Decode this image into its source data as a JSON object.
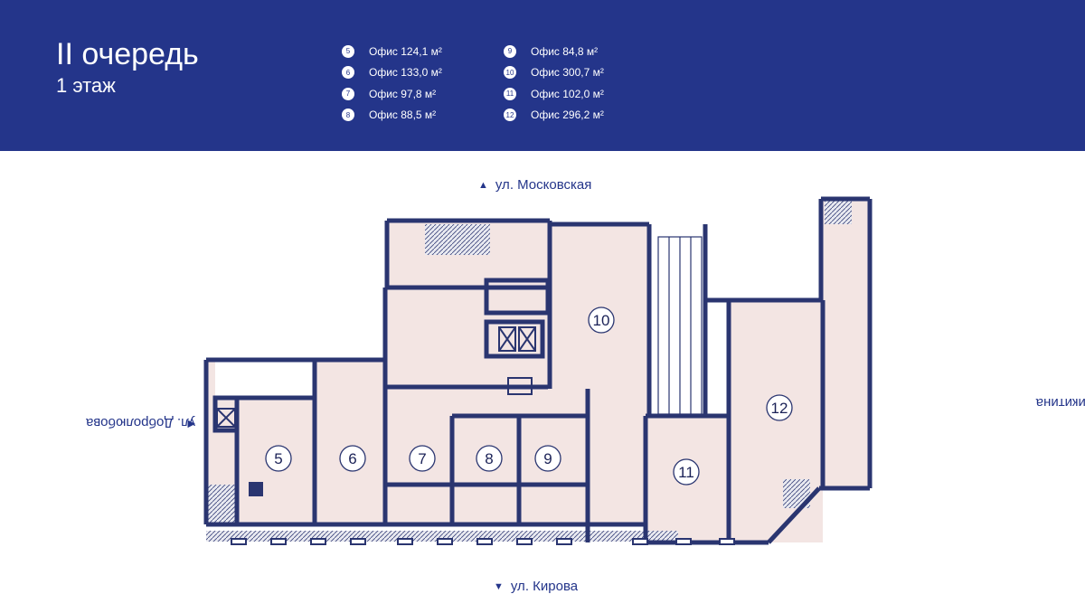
{
  "header": {
    "title": "II очередь",
    "subtitle": "1 этаж",
    "legend": [
      {
        "num": "5",
        "label": "Офис 124,1 м²"
      },
      {
        "num": "6",
        "label": "Офис 133,0 м²"
      },
      {
        "num": "7",
        "label": "Офис 97,8 м²"
      },
      {
        "num": "8",
        "label": "Офис 88,5 м²"
      },
      {
        "num": "9",
        "label": "Офис 84,8 м²"
      },
      {
        "num": "10",
        "label": "Офис 300,7 м²"
      },
      {
        "num": "11",
        "label": "Офис 102,0 м²"
      },
      {
        "num": "12",
        "label": "Офис 296,2 м²"
      }
    ]
  },
  "streets": {
    "top": "ул. Московская",
    "bottom": "ул. Кирова",
    "left": "ул. Добролюбова",
    "right": "ул. Никитина"
  },
  "rooms": [
    "5",
    "6",
    "7",
    "8",
    "9",
    "10",
    "11",
    "12"
  ],
  "colors": {
    "brand": "#24358a",
    "wall": "#2a3570",
    "floor": "#f3e5e3",
    "background": "#ffffff"
  }
}
